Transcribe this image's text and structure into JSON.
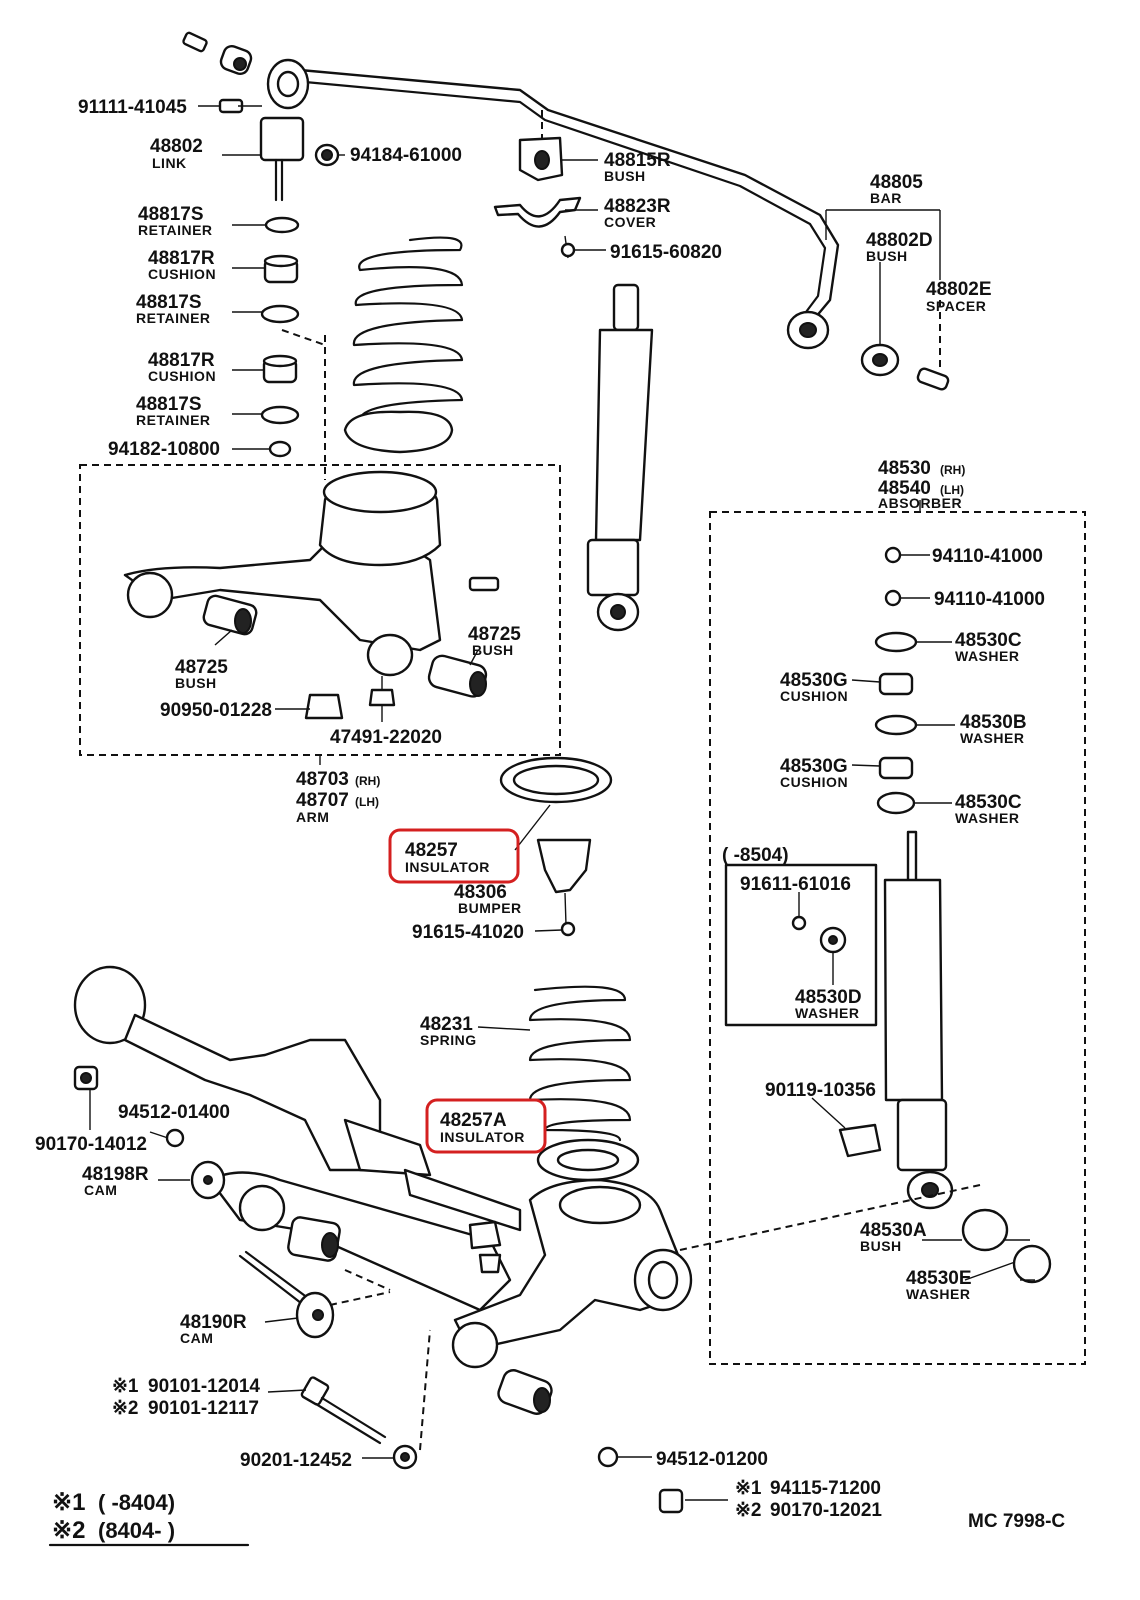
{
  "title_code": "MC 7998-C",
  "legend": {
    "line1_mark": "※1",
    "line1_text": "(      -8404)",
    "line2_mark": "※2",
    "line2_text": "(8404-       )"
  },
  "parts": {
    "p_91111_41045": "91111-41045",
    "p_48802": "48802",
    "n_link": "LINK",
    "p_94184_61000": "94184-61000",
    "p_48817S_a": "48817S",
    "n_retainer_a": "RETAINER",
    "p_48817R_a": "48817R",
    "n_cushion_a": "CUSHION",
    "p_48817S_b": "48817S",
    "n_retainer_b": "RETAINER",
    "p_48817R_b": "48817R",
    "n_cushion_b": "CUSHION",
    "p_48817S_c": "48817S",
    "n_retainer_c": "RETAINER",
    "p_94182_10800": "94182-10800",
    "p_48815R": "48815R",
    "n_bush_48815R": "BUSH",
    "p_48823R": "48823R",
    "n_cover": "COVER",
    "p_91615_60820": "91615-60820",
    "p_48805": "48805",
    "n_bar": "BAR",
    "p_48802D": "48802D",
    "n_bush_48802D": "BUSH",
    "p_48802E": "48802E",
    "n_spacer": "SPACER",
    "p_48725_right": "48725",
    "n_bush_48725_right": "BUSH",
    "p_48725_left": "48725",
    "n_bush_48725_left": "BUSH",
    "p_90950_01228": "90950-01228",
    "p_47491_22020": "47491-22020",
    "p_48703": "48703",
    "rh_a": "(RH)",
    "p_48707": "48707",
    "lh_a": "(LH)",
    "n_arm": "ARM",
    "p_48257": "48257",
    "n_insulator_48257": "INSULATOR",
    "p_48306": "48306",
    "n_bumper": "BUMPER",
    "p_91615_41020": "91615-41020",
    "p_48530": "48530",
    "rh_b": "(RH)",
    "p_48540": "48540",
    "lh_b": "(LH)",
    "n_absorber": "ABSORBER",
    "p_94110_41000_a": "94110-41000",
    "p_94110_41000_b": "94110-41000",
    "p_48530C_a": "48530C",
    "n_washer_c_a": "WASHER",
    "p_48530G_a": "48530G",
    "n_cushion_g_a": "CUSHION",
    "p_48530B": "48530B",
    "n_washer_b": "WASHER",
    "p_48530G_b": "48530G",
    "n_cushion_g_b": "CUSHION",
    "p_48530C_b": "48530C",
    "n_washer_c_b": "WASHER",
    "range_8504": "(          -8504)",
    "p_91611_61016": "91611-61016",
    "p_48530D": "48530D",
    "n_washer_d": "WASHER",
    "p_48231": "48231",
    "n_spring": "SPRING",
    "p_48257A": "48257A",
    "n_insulator_48257A": "INSULATOR",
    "p_90119_10356": "90119-10356",
    "p_94512_01400": "94512-01400",
    "p_90170_14012": "90170-14012",
    "p_48198R": "48198R",
    "n_cam_48198R": "CAM",
    "p_48530A": "48530A",
    "n_bush_48530A": "BUSH",
    "p_48530E": "48530E",
    "n_washer_e": "WASHER",
    "p_48190R": "48190R",
    "n_cam_48190R": "CAM",
    "mark1_a": "※1",
    "p_90101_12014": "90101-12014",
    "mark2_a": "※2",
    "p_90101_12117": "90101-12117",
    "p_90201_12452": "90201-12452",
    "p_94512_01200": "94512-01200",
    "mark1_b": "※1",
    "p_94115_71200": "94115-71200",
    "mark2_b": "※2",
    "p_90170_12021": "90170-12021"
  },
  "highlight_color": "#d42020"
}
